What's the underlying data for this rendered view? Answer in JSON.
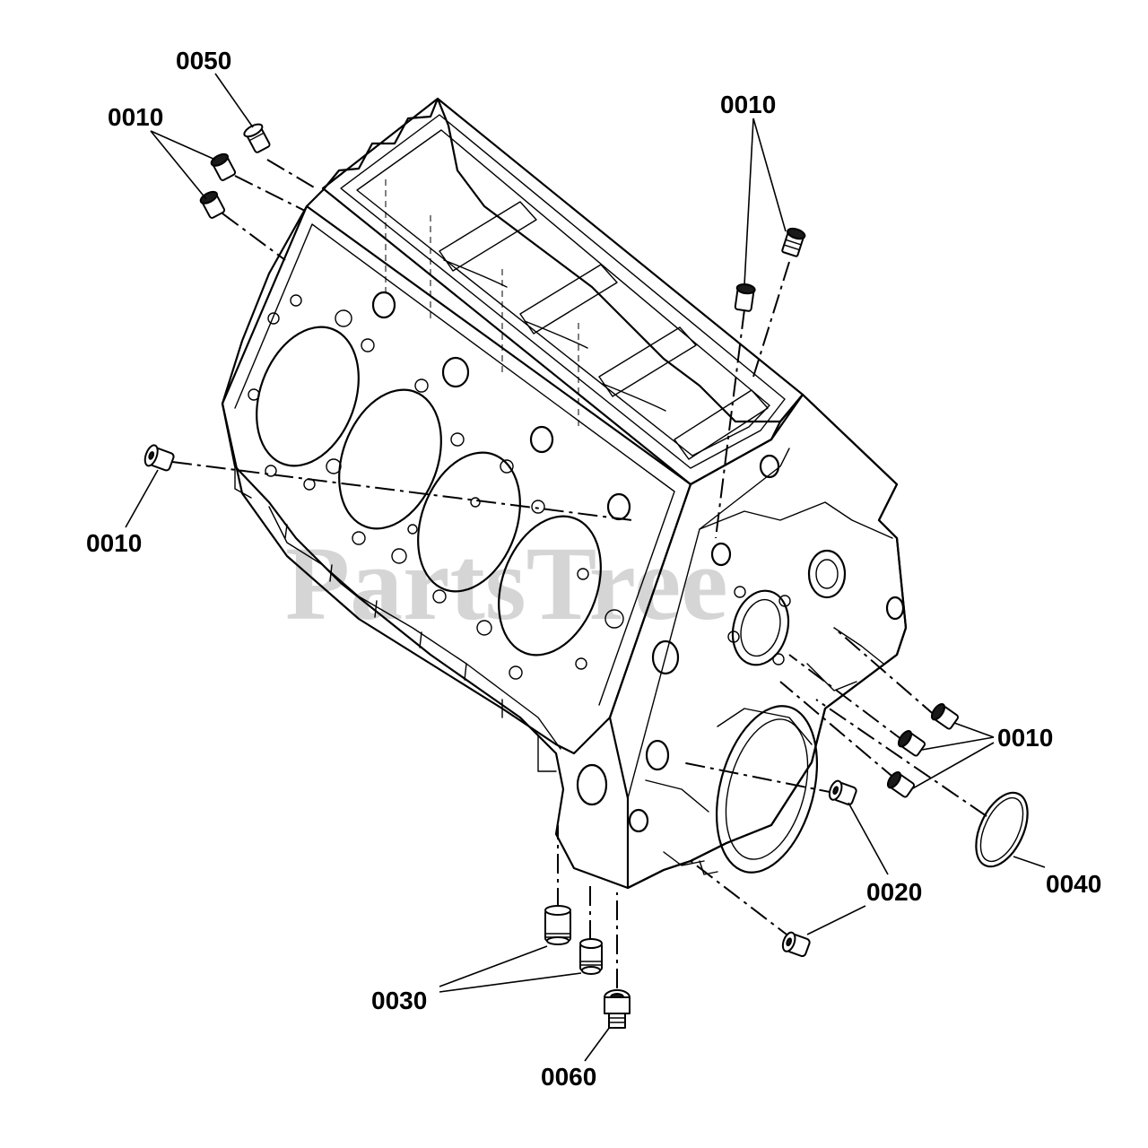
{
  "watermark": "PartsTree",
  "callouts": {
    "c0050": "0050",
    "c0010_upper_left": "0010",
    "c0010_top_right": "0010",
    "c0010_left": "0010",
    "c0010_right": "0010",
    "c0020": "0020",
    "c0040": "0040",
    "c0030": "0030",
    "c0060": "0060"
  }
}
